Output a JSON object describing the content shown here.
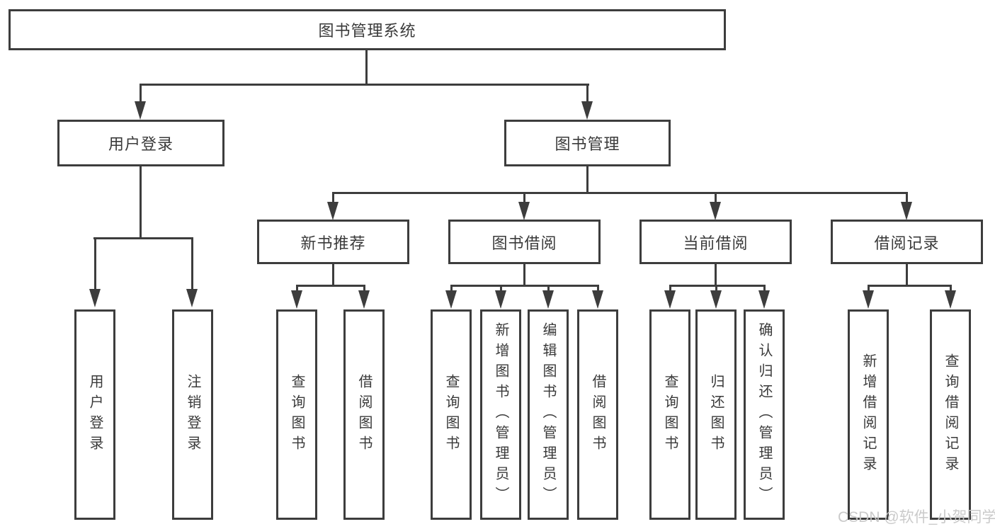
{
  "diagram": {
    "root": {
      "label": "图书管理系统"
    },
    "level2": [
      {
        "label": "用户登录"
      },
      {
        "label": "图书管理"
      }
    ],
    "level3": [
      {
        "label": "新书推荐"
      },
      {
        "label": "图书借阅"
      },
      {
        "label": "当前借阅"
      },
      {
        "label": "借阅记录"
      }
    ],
    "leaves": {
      "user_login": [
        "用户登录",
        "注销登录"
      ],
      "new_book": [
        "查询图书",
        "借阅图书"
      ],
      "book_borrow": [
        "查询图书",
        "新增图书（管理员）",
        "编辑图书（管理员）",
        "借阅图书"
      ],
      "current_borrow": [
        "查询图书",
        "归还图书",
        "确认归还（管理员）"
      ],
      "borrow_records": [
        "新增借阅记录",
        "查询借阅记录"
      ]
    }
  },
  "watermark": "CSDN @软件_小贺同学",
  "colors": {
    "line": "#3d3d3d",
    "text": "#3a3a3a",
    "watermark": "#c8c8c8",
    "background": "#ffffff"
  }
}
